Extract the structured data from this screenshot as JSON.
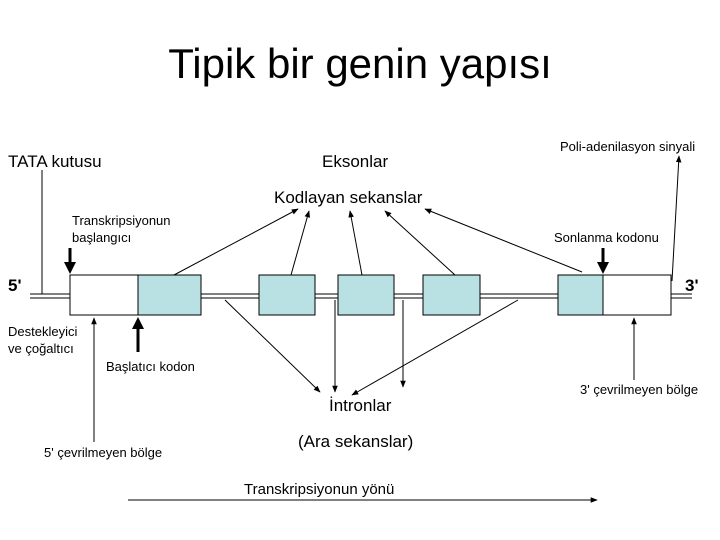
{
  "title": "Tipik bir genin yapısı",
  "labels": {
    "tata": "TATA kutusu",
    "eksonlar": "Eksonlar",
    "kodlayan": "Kodlayan sekanslar",
    "poli": "Poli-adenilasyon sinyali",
    "transkripsiyon_baslangici_1": "Transkripsiyonun",
    "transkripsiyon_baslangici_2": "başlangıcı",
    "sonlanma": "Sonlanma kodonu",
    "five_prime": "5'",
    "three_prime": "3'",
    "destekleyici_1": "Destekleyici",
    "destekleyici_2": "ve çoğaltıcı",
    "baslatici": "Başlatıcı kodon",
    "intronlar": "İntronlar",
    "ara_sekanslar": "(Ara sekanslar)",
    "utr3": "3' çevrilmeyen bölge",
    "utr5": "5' çevrilmeyen bölge",
    "yon": "Transkripsiyonun yönü"
  },
  "colors": {
    "exon_fill": "#b9e0e3",
    "line": "#000000",
    "background": "#ffffff"
  }
}
